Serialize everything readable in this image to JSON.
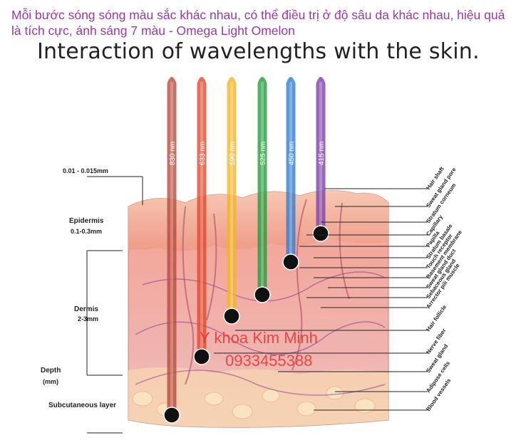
{
  "caption": "Mỗi bước sóng sóng màu sắc khác nhau, có thể điều trị ở độ sâu da khác nhau, hiệu quả là tích cực, ánh sáng 7 màu - Omega Light Omelon",
  "title": "Interaction of wavelengths with the skin.",
  "beams": [
    {
      "label": "830 nm",
      "color": "#b7483a"
    },
    {
      "label": "633 nm",
      "color": "#e0452b"
    },
    {
      "label": "590 nm",
      "color": "#f2b522"
    },
    {
      "label": "525 nm",
      "color": "#1f9a3b"
    },
    {
      "label": "450 nm",
      "color": "#2f7bd0"
    },
    {
      "label": "415 nm",
      "color": "#7b3fa8"
    }
  ],
  "left_labels": {
    "thickness": "0.01 - 0.015mm",
    "epidermis": "Epidermis",
    "epidermis_depth": "0.1-0.3mm",
    "dermis": "Dermis",
    "dermis_depth": "2-3mm",
    "depth": "Depth",
    "depth_unit": "(mm)",
    "subcutaneous": "Subcutaneous layer"
  },
  "right_labels": [
    "Hair shaft",
    "Sweat gland pore",
    "Stratum corneum",
    "Capillary",
    "Papilla",
    "Stratum basale",
    "Touch receptor",
    "Basement membrane",
    "Sweat gland duct",
    "Sebaceous gland",
    "Arrector pili muscle",
    "Hair follicle",
    "Nerve fiber",
    "Sweat gland",
    "Adipose cells",
    "Blood vessels"
  ],
  "watermark": {
    "line1": "Y khoa Kim Minh",
    "line2": "0933455388"
  }
}
